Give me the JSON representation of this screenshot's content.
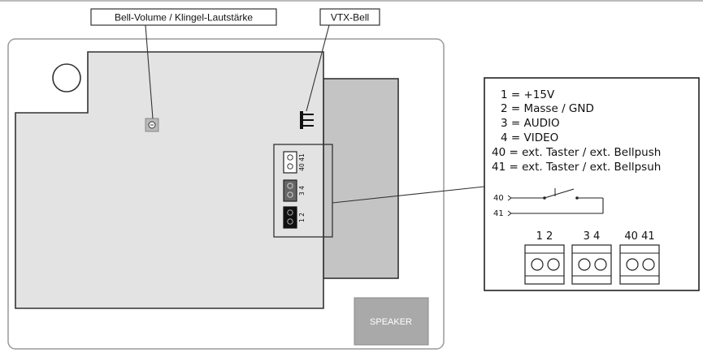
{
  "callouts": {
    "bell_volume": "Bell-Volume / Klingel-Lautstärke",
    "vtx_bell": "VTX-Bell"
  },
  "legend": [
    "1 = +15V",
    "2 = Masse / GND",
    "3 = AUDIO",
    "4 = VIDEO",
    "40 = ext. Taster / ext. Bellpush",
    "41 = ext. Taster / ext. Bellpsuh"
  ],
  "switch_wiring": {
    "upper": "40",
    "lower": "41"
  },
  "terminal_labels": {
    "block_1": "1 2",
    "block_2": "3 4",
    "block_3": "40 41"
  },
  "board_terminals": {
    "top": "40 41",
    "middle": "3 4",
    "bottom": "1 2"
  },
  "speaker": "SPEAKER",
  "colors": {
    "housing": "#ffffff",
    "pcb": "#e3e3e3",
    "module": "#c4c4c4",
    "speaker_bg": "#a9a9a9",
    "terminal_mid": "#666666",
    "terminal_dark": "#111111"
  },
  "icons": {
    "potentiometer": "potentiometer-icon",
    "connector": "pin-header-icon"
  }
}
